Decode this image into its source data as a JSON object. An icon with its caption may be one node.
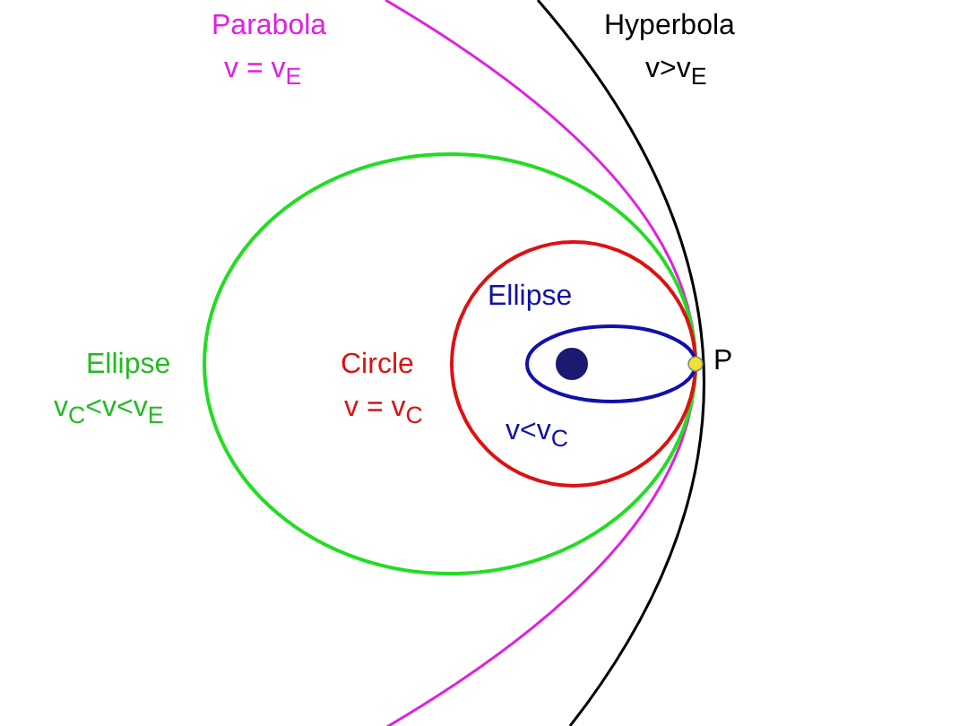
{
  "diagram": {
    "labels": [
      "Parabola",
      "v = v$_{E}$",
      "Hyperbola",
      "v>v$_{E}$",
      "Ellipse",
      "Circle",
      "Ellipse",
      "v$_{C}$<v<v$_{E}$",
      "v = v$_{C}$",
      "P",
      "v<v$_{C}$"
    ]
  }
}
